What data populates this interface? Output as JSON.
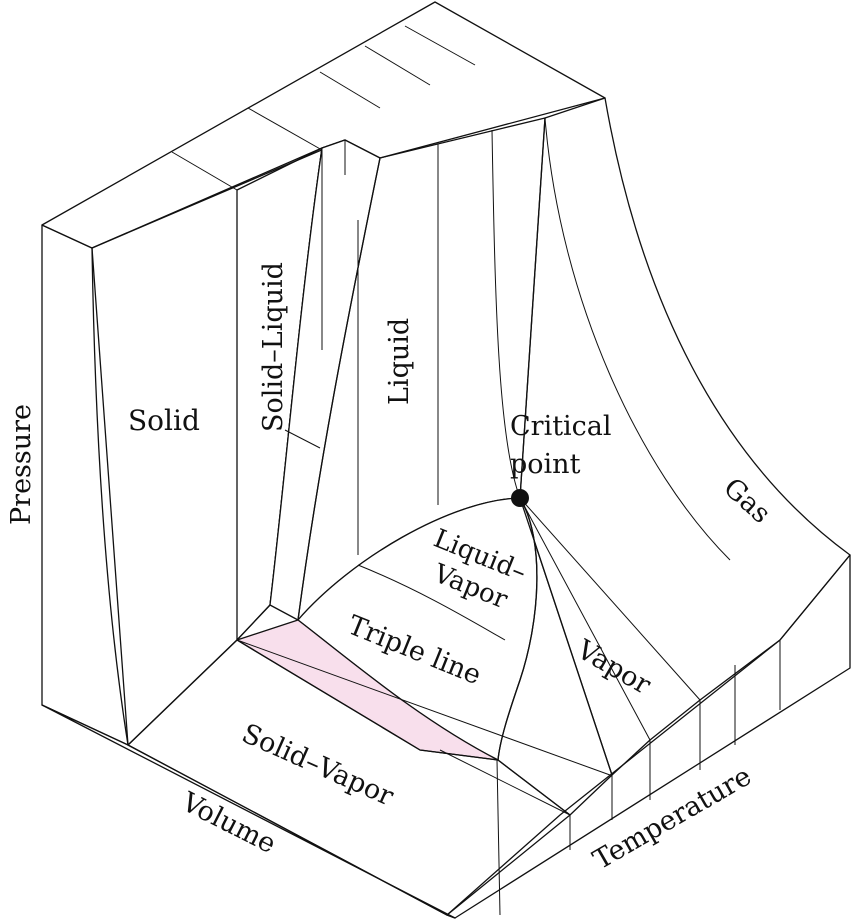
{
  "diagram": {
    "regions": {
      "solid": "Solid",
      "solid_liquid": "Solid–Liquid",
      "liquid": "Liquid",
      "gas": "Gas",
      "critical_point_line1": "Critical",
      "critical_point_line2": "point",
      "liquid_vapor_line1": "Liquid–",
      "liquid_vapor_line2": "Vapor",
      "triple_line": "Triple line",
      "vapor": "Vapor",
      "solid_vapor": "Solid–Vapor"
    },
    "axes": {
      "pressure": "Pressure",
      "volume": "Volume",
      "temperature": "Temperature"
    },
    "colors": {
      "surface_pink": "#d9609f",
      "surface_light": "#f6dcea",
      "outline": "#111111",
      "background": "#ffffff"
    }
  }
}
